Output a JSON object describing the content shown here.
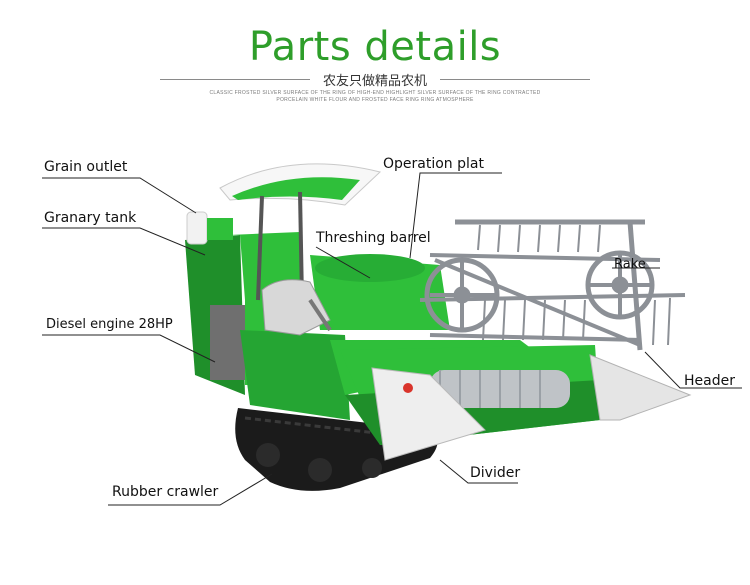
{
  "header": {
    "title": "Parts details",
    "subtitle": "农友只做精品农机",
    "tagline_1": "CLASSIC FROSTED SILVER SURFACE OF THE RING OF HIGH-END HIGHLIGHT SILVER SURFACE OF THE RING CONTRACTED",
    "tagline_2": "PORCELAIN WHITE FLOUR AND FROSTED FACE RING RING ATMOSPHERE"
  },
  "labels": {
    "grain_outlet": "Grain outlet",
    "granary_tank": "Granary tank",
    "diesel_engine": "Diesel engine 28HP",
    "rubber_crawler": "Rubber crawler",
    "operation_plat": "Operation plat",
    "threshing_barrel": "Threshing barrel",
    "rake": "Rake",
    "header": "Header",
    "divider": "Divider"
  },
  "colors": {
    "accent_green": "#2e9e2a",
    "machine_green": "#2fbf3a",
    "machine_dark_green": "#1f8f2a",
    "crawler": "#1b1b1b",
    "reel_grey": "#8c9096"
  }
}
